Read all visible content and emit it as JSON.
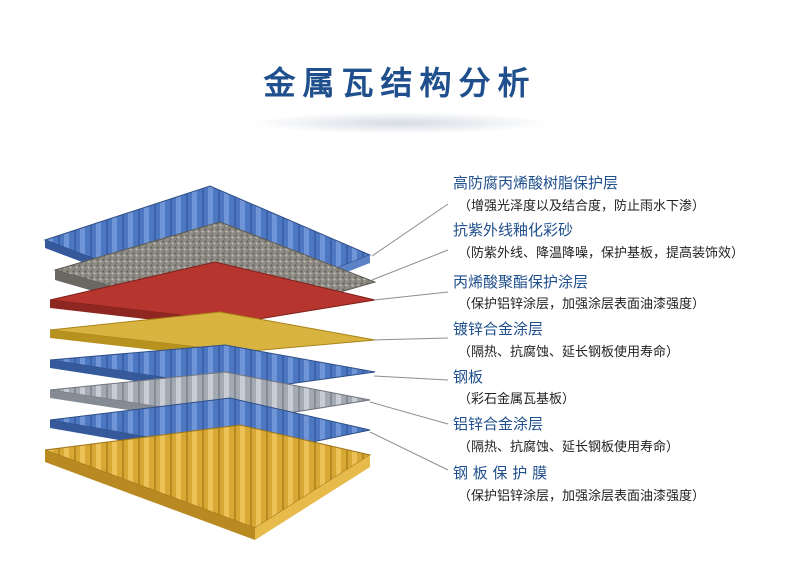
{
  "title": "金属瓦结构分析",
  "colors": {
    "title": "#1f4f8c",
    "label_title": "#1f4f8c",
    "description": "#222222",
    "blue_coat": "#4a74bf",
    "sand": "#8e8a84",
    "red_coat": "#b6362f",
    "galvanized_yellow": "#d9b340",
    "steel_blue": "#4c77c2",
    "steel_grey": "#a4aab3",
    "yellow_film": "#d8a834"
  },
  "layers": [
    {
      "name": "高防腐丙烯酸树脂保护层",
      "description": "（增强光泽度以及结合度，防止雨水下渗）"
    },
    {
      "name": "抗紫外线釉化彩砂",
      "description": "（防紫外线、降温降噪，保护基板，提高装饰效）"
    },
    {
      "name": "丙烯酸聚酯保护涂层",
      "description": "（保护铝锌涂层，加强涂层表面油漆强度）"
    },
    {
      "name": "镀锌合金涂层",
      "description": "（隔热、抗腐蚀、延长钢板使用寿命）"
    },
    {
      "name": "钢板",
      "description": "（彩石金属瓦基板）"
    },
    {
      "name": "铝锌合金涂层",
      "description": "（隔热、抗腐蚀、延长钢板使用寿命）"
    },
    {
      "name": "钢 板 保 护 膜",
      "description": "（保护铝锌涂层，加强涂层表面油漆强度）"
    }
  ]
}
